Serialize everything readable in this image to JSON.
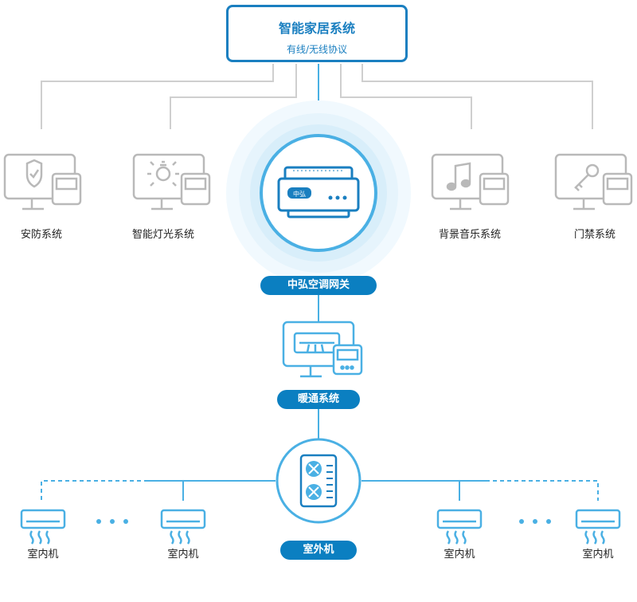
{
  "top": {
    "title": "智能家居系统",
    "subtitle": "有线/无线协议"
  },
  "subsystems": [
    {
      "label": "安防系统",
      "icon": "shield-check-icon"
    },
    {
      "label": "智能灯光系统",
      "icon": "light-bulb-icon"
    },
    {
      "label": "背景音乐系统",
      "icon": "music-note-icon"
    },
    {
      "label": "门禁系统",
      "icon": "key-icon"
    }
  ],
  "gateway": {
    "label": "中弘空调网关",
    "device_text": "中弘"
  },
  "hvac": {
    "label": "暖通系统"
  },
  "outdoor": {
    "label": "室外机"
  },
  "indoor_units": [
    "室内机",
    "室内机",
    "室内机",
    "室内机"
  ],
  "colors": {
    "accent": "#0b7fc1",
    "line_blue": "#4ab0e4",
    "line_gray": "#cfcfcf",
    "icon_gray": "#b9b9b9"
  }
}
